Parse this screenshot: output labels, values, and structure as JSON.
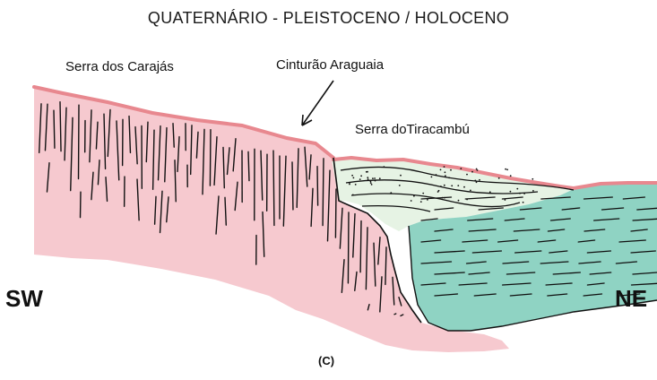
{
  "title": "QUATERNÁRIO  -  PLEISTOCENO / HOLOCENO",
  "labels": {
    "serra_carajas": "Serra dos Carajás",
    "cinturao_araguaia": "Cinturão Araguaia",
    "serra_tiracambu": "Serra doTiracambú",
    "sw": "SW",
    "ne": "NE",
    "figure_tag": "(C)"
  },
  "colors": {
    "crystalline_basement": "#f6c9cf",
    "sedimentary_basin": "#8fd3c3",
    "sediment_cover": "#e6f3e4",
    "soil_crust": "#e8888f",
    "ink": "#111111"
  }
}
